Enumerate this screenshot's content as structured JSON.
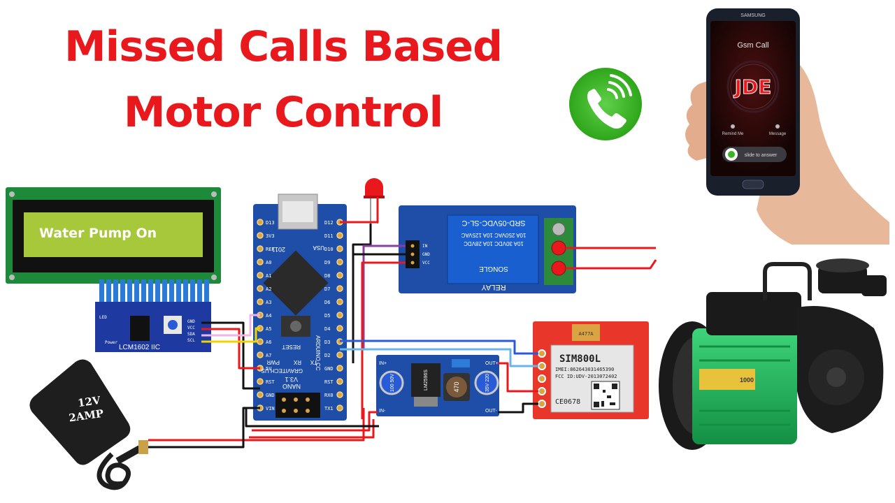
{
  "title": {
    "line1": "Missed Calls Based",
    "line2": "Motor Control"
  },
  "phone": {
    "brand": "SAMSUNG",
    "app_title": "Gsm Call",
    "caller": "JDE",
    "remind_label": "Remind Me",
    "message_label": "Message",
    "slide_label": "slide to answer"
  },
  "lcd": {
    "text": "Water Pump On",
    "module_label": "LCM1602 IIC",
    "led_label": "LED",
    "power_label": "Power",
    "pins": [
      "GND",
      "VCC",
      "SDA",
      "SCL"
    ]
  },
  "arduino": {
    "brand": "ARDUINO.CC",
    "model": "NANO",
    "version": "V3.1",
    "maker": "GRAVITECH.US",
    "usa": "USA",
    "year": "2011",
    "reset": "RESET",
    "pwr": "PWR",
    "rx": "RX",
    "tx": "TX",
    "pins_left": [
      "D13",
      "3V3",
      "REF",
      "A0",
      "A1",
      "A2",
      "A3",
      "A4",
      "A5",
      "A6",
      "A7",
      "5V",
      "RST",
      "GND",
      "VIN"
    ],
    "pins_right": [
      "D12",
      "D11",
      "D10",
      "D9",
      "D8",
      "D7",
      "D6",
      "D5",
      "D4",
      "D3",
      "D2",
      "GND",
      "RST",
      "RX0",
      "TX1"
    ]
  },
  "relay": {
    "brand": "SONGLE",
    "model": "SRD-05VDC-SL-C",
    "rating1": "10A 250VAC  10A 125VAC",
    "rating2": "10A 30VDC  10A 28VDC",
    "label": "RELAY",
    "pins": [
      "IN",
      "GND",
      "VCC"
    ]
  },
  "buck": {
    "chip": "LM2596S",
    "cap_left": "100 50V",
    "inductor": "470",
    "cap_right": "35V 220",
    "in_plus": "IN+",
    "in_minus": "IN-",
    "out_plus": "OUT+",
    "out_minus": "OUT-"
  },
  "sim": {
    "model": "SIM800L",
    "imei": "IMEI:862643031465390",
    "fccid": "FCC ID:UDV-2013072402",
    "ce": "CE0678",
    "crystal": "A477A"
  },
  "adapter": {
    "line1": "12V",
    "line2": "2AMP"
  },
  "pump": {
    "badge": "1000"
  },
  "colors": {
    "title": "#e8181c",
    "call_icon_bg": "#3cb521",
    "lcd_screen": "#a6c83a",
    "pcb_blue": "#1e4ea8",
    "sim_board": "#e8372a",
    "pump_body": "#1fb35a",
    "wire_red": "#e8181c",
    "wire_black": "#111111",
    "wire_purple": "#8b3fa0",
    "wire_blue": "#2a5bd7"
  }
}
